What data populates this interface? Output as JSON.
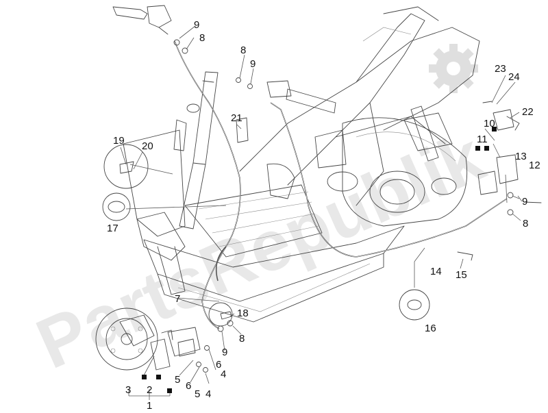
{
  "watermark": {
    "text": "PartsRepublik",
    "color": "#000000"
  },
  "callouts": {
    "c1": "1",
    "c2": "2",
    "c3": "3",
    "c4a": "4",
    "c4b": "4",
    "c5a": "5",
    "c5b": "5",
    "c6a": "6",
    "c6b": "6",
    "c7": "7",
    "c8a": "8",
    "c8b": "8",
    "c8c": "8",
    "c8d": "8",
    "c9a": "9",
    "c9b": "9",
    "c9c": "9",
    "c9d": "9",
    "c10": "10",
    "c11": "11",
    "c12": "12",
    "c13": "13",
    "c14": "14",
    "c15": "15",
    "c16": "16",
    "c17": "17",
    "c18": "18",
    "c19": "19",
    "c20": "20",
    "c21": "21",
    "c22": "22",
    "c23": "23",
    "c24": "24"
  },
  "icons": {
    "gear": "gear-icon",
    "kit_marker": "kit-marker-icon"
  }
}
